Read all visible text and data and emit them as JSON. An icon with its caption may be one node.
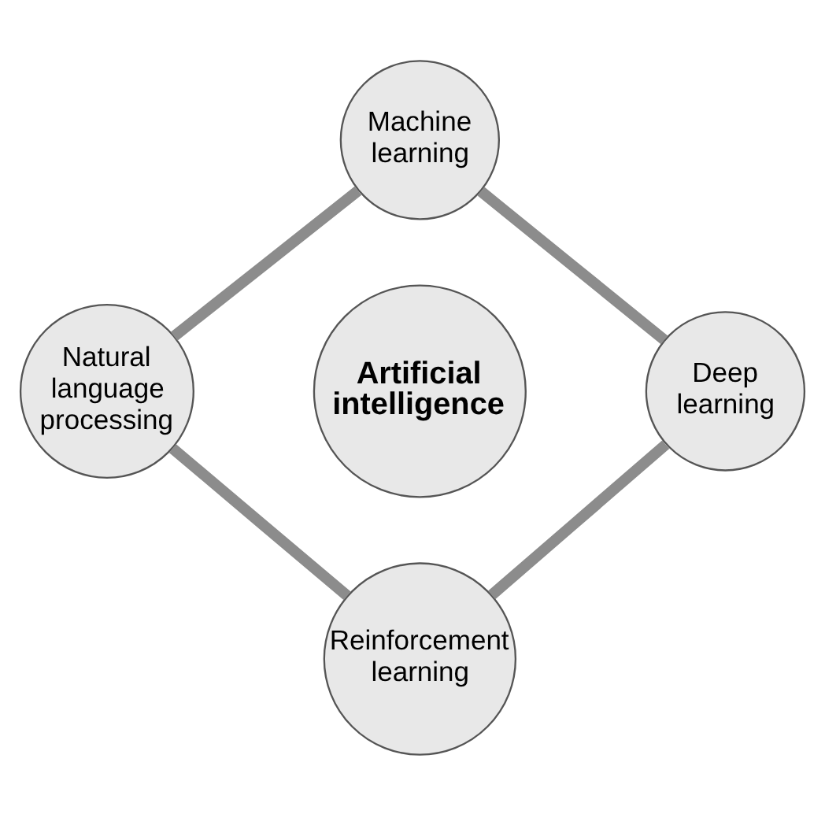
{
  "diagram": {
    "nodes": [
      {
        "text": [
          "Machine learning"
        ]
      },
      {
        "text": [
          "Natural language processing"
        ]
      },
      {
        "text": [
          "Artificial intelligence"
        ]
      },
      {
        "text": [
          "Deep learning"
        ]
      },
      {
        "text": [
          "Reinforcement learning"
        ]
      }
    ],
    "edges": [
      {
        "from": 0,
        "to": 3,
        "arrow": "none"
      },
      {
        "from": 3,
        "to": 4,
        "arrow": "none"
      },
      {
        "from": 4,
        "to": 1,
        "arrow": "none"
      },
      {
        "from": 1,
        "to": 0,
        "arrow": "none"
      }
    ]
  }
}
